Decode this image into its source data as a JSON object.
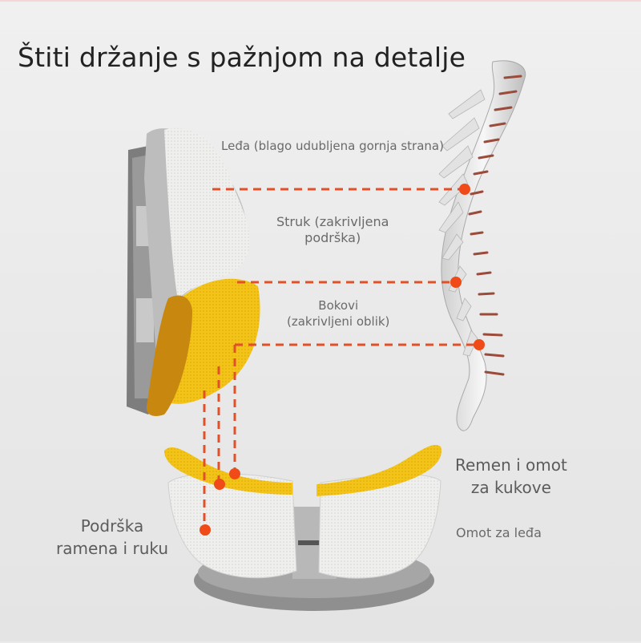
{
  "title": "Štiti držanje s pažnjom na detalje",
  "labels": {
    "back": "Leđa (blago udubljena gornja strana)",
    "waist_line1": "Struk (zakrivljena",
    "waist_line2": "podrška)",
    "hips_line1": "Bokovi",
    "hips_line2": "(zakrivljeni oblik)",
    "belt_line1": "Remen i omot",
    "belt_line2": "za kukove",
    "back_wrap": "Omot za leđa",
    "support_line1": "Podrška",
    "support_line2": "ramena i ruku"
  },
  "colors": {
    "accent": "#e8501f",
    "yellow": "#f2c21a",
    "mesh": "#ececea",
    "frame": "#8c8c8c",
    "text": "#6a6a6a"
  }
}
